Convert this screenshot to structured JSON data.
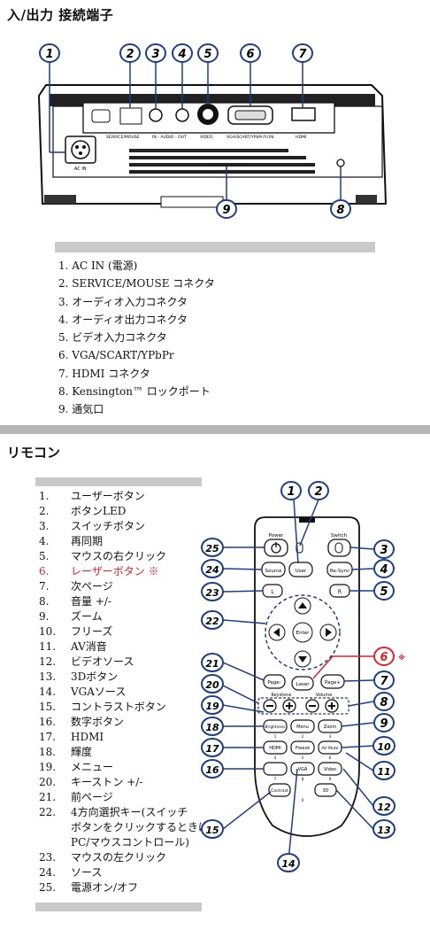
{
  "section_io": {
    "title": "入/出力 接続端子",
    "items": [
      {
        "num": "1.",
        "text": "AC IN (電源)"
      },
      {
        "num": "2.",
        "text": "SERVICE/MOUSE コネクタ"
      },
      {
        "num": "3.",
        "text": "オーディオ入力コネクタ"
      },
      {
        "num": "4.",
        "text": "オーディオ出力コネクタ"
      },
      {
        "num": "5.",
        "text": "ビデオ入力コネクタ"
      },
      {
        "num": "6.",
        "text": "VGA/SCART/YPbPr"
      },
      {
        "num": "7.",
        "text": "HDMI コネクタ"
      },
      {
        "num": "8.",
        "text": "Kensington™ ロックポート"
      },
      {
        "num": "9.",
        "text": "通気口"
      }
    ],
    "panel_labels": {
      "service": "SERVICE/MOUSE",
      "audio": "IN - AUDIO - OUT",
      "video": "VIDEO",
      "vga": "VGA/SCART/YPbPr/YcPb",
      "hdmi": "HDMI",
      "acin": "AC IN"
    },
    "callouts": [
      "1",
      "2",
      "3",
      "4",
      "5",
      "6",
      "7",
      "8",
      "9"
    ]
  },
  "section_remote": {
    "title": "リモコン",
    "items": [
      {
        "num": "1.",
        "text": "ユーザーボタン"
      },
      {
        "num": "2.",
        "text": "ボタンLED"
      },
      {
        "num": "3.",
        "text": "スイッチボタン"
      },
      {
        "num": "4.",
        "text": "再同期"
      },
      {
        "num": "5.",
        "text": "マウスの右クリック"
      },
      {
        "num": "6.",
        "text": "レーザーボタン ※"
      },
      {
        "num": "7.",
        "text": "次ページ"
      },
      {
        "num": "8.",
        "text": "音量 +/-"
      },
      {
        "num": "9.",
        "text": "ズーム"
      },
      {
        "num": "10.",
        "text": "フリーズ"
      },
      {
        "num": "11.",
        "text": "AV消音"
      },
      {
        "num": "12.",
        "text": "ビデオソース"
      },
      {
        "num": "13.",
        "text": "3Dボタン"
      },
      {
        "num": "14.",
        "text": "VGAソース"
      },
      {
        "num": "15.",
        "text": "コントラストボタン"
      },
      {
        "num": "16.",
        "text": "数字ボタン"
      },
      {
        "num": "17.",
        "text": "HDMI"
      },
      {
        "num": "18.",
        "text": "輝度"
      },
      {
        "num": "19.",
        "text": "メニュー"
      },
      {
        "num": "20.",
        "text": "キーストン +/-"
      },
      {
        "num": "21.",
        "text": "前ページ"
      },
      {
        "num": "22.",
        "text": "4方向選択キー(スイッチ\nボタンをクリックするときは\nPC/マウスコントロール)"
      },
      {
        "num": "23.",
        "text": "マウスの左クリック"
      },
      {
        "num": "24.",
        "text": "ソース"
      },
      {
        "num": "25.",
        "text": "電源オン/オフ"
      }
    ],
    "remote_labels": {
      "power": "Power",
      "switch": "Switch",
      "user": "User",
      "source": "Source",
      "resync": "Re-Sync",
      "l": "L",
      "r": "R",
      "enter": "Enter",
      "page_minus": "Page-",
      "laser": "Laser",
      "page_plus": "Page+",
      "keystone": "Keystone",
      "volume": "Volume",
      "brightness": "Brightness",
      "menu": "Menu",
      "zoom": "Zoom",
      "hdmi": "HDMI",
      "freeze": "Freeze",
      "av_mute": "AV Mute",
      "vga": "VGA",
      "video": "Video",
      "contrast": "Contrast",
      "three_d": "3D",
      "digits": [
        "1",
        "2",
        "3",
        "4",
        "5",
        "6",
        "7",
        "8",
        "9",
        "0"
      ],
      "asterisk": "※"
    }
  },
  "colors": {
    "accent_red": "#e0212b",
    "callout_blue": "#1a3d8f",
    "bar_grey": "#c9c9c9"
  }
}
